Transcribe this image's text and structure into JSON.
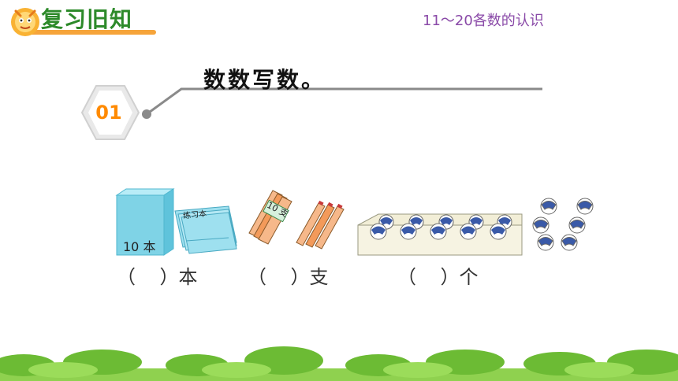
{
  "header": {
    "title": "复习旧知",
    "lesson_title": "11～20各数的认识"
  },
  "section": {
    "number": "01",
    "instruction": "数数写数。"
  },
  "items": [
    {
      "answer_label": "（    ）本",
      "inner_label": "10 本",
      "side_label": "练习本"
    },
    {
      "answer_label": "（    ）支",
      "inner_label": "10 支"
    },
    {
      "answer_label": "（    ）个"
    }
  ],
  "colors": {
    "header_green": "#2d8a2a",
    "lesson_purple": "#8a4aa8",
    "number_orange": "#ff8a00",
    "box_cyan": "#7fd3e6",
    "notebook_cyan": "#9ee0ef"
  }
}
